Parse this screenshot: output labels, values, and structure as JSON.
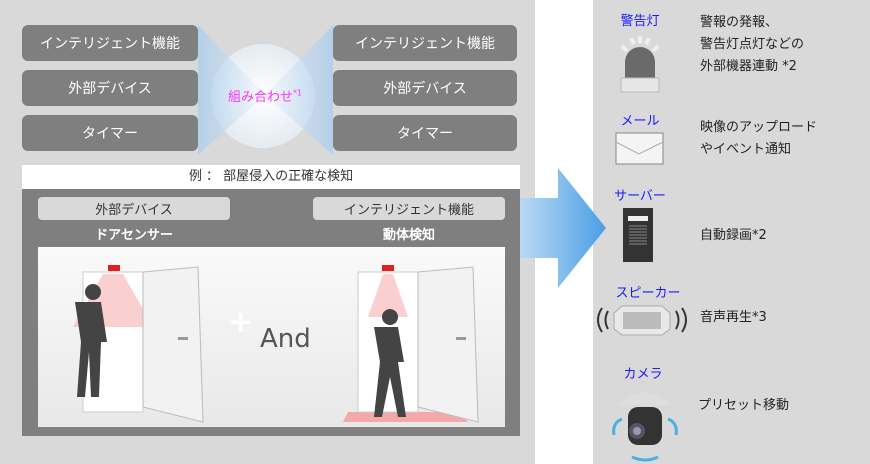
{
  "left_options": [
    "インテリジェント機能",
    "外部デバイス",
    "タイマー"
  ],
  "right_options": [
    "インテリジェント機能",
    "外部デバイス",
    "タイマー"
  ],
  "combine_label": "組み合わせ",
  "combine_note": "*1",
  "example": {
    "title": "例 ： 部屋侵入の正確な検知",
    "left_tag": "外部デバイス",
    "left_sub": "ドアセンサー",
    "right_tag": "インテリジェント機能",
    "right_sub": "動体検知",
    "plus": "+",
    "and": "And"
  },
  "actions": [
    {
      "label": "警告灯",
      "icon": "warning-light-icon",
      "desc": [
        "警報の発報、",
        "警告灯点灯などの",
        "外部機器連動 *2"
      ]
    },
    {
      "label": "メール",
      "icon": "mail-icon",
      "desc": [
        "映像のアップロード",
        "やイベント通知"
      ]
    },
    {
      "label": "サーバー",
      "icon": "server-icon",
      "desc": [
        "自動録画*2"
      ]
    },
    {
      "label": "スピーカー",
      "icon": "speaker-icon",
      "desc": [
        "音声再生*3"
      ]
    },
    {
      "label": "カメラ",
      "icon": "camera-icon",
      "desc": [
        "プリセット移動"
      ]
    }
  ],
  "colors": {
    "accent": "#1a1aff",
    "combine": "#ff33ff",
    "arrow": "#5aa8e8"
  }
}
